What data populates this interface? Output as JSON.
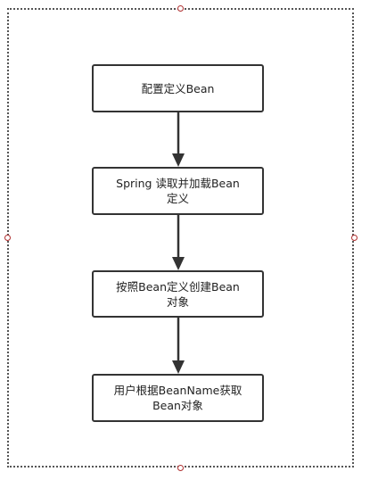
{
  "diagram": {
    "nodes": [
      {
        "id": "n1",
        "label": "配置定义Bean"
      },
      {
        "id": "n2",
        "label": "Spring 读取并加载Bean\n定义"
      },
      {
        "id": "n3",
        "label": "按照Bean定义创建Bean\n对象"
      },
      {
        "id": "n4",
        "label": "用户根据BeanName获取\nBean对象"
      }
    ],
    "edges": [
      {
        "from": "n1",
        "to": "n2"
      },
      {
        "from": "n2",
        "to": "n3"
      },
      {
        "from": "n3",
        "to": "n4"
      }
    ],
    "colors": {
      "stroke": "#333333",
      "selection": "#555555",
      "handle": "#b03030"
    }
  }
}
